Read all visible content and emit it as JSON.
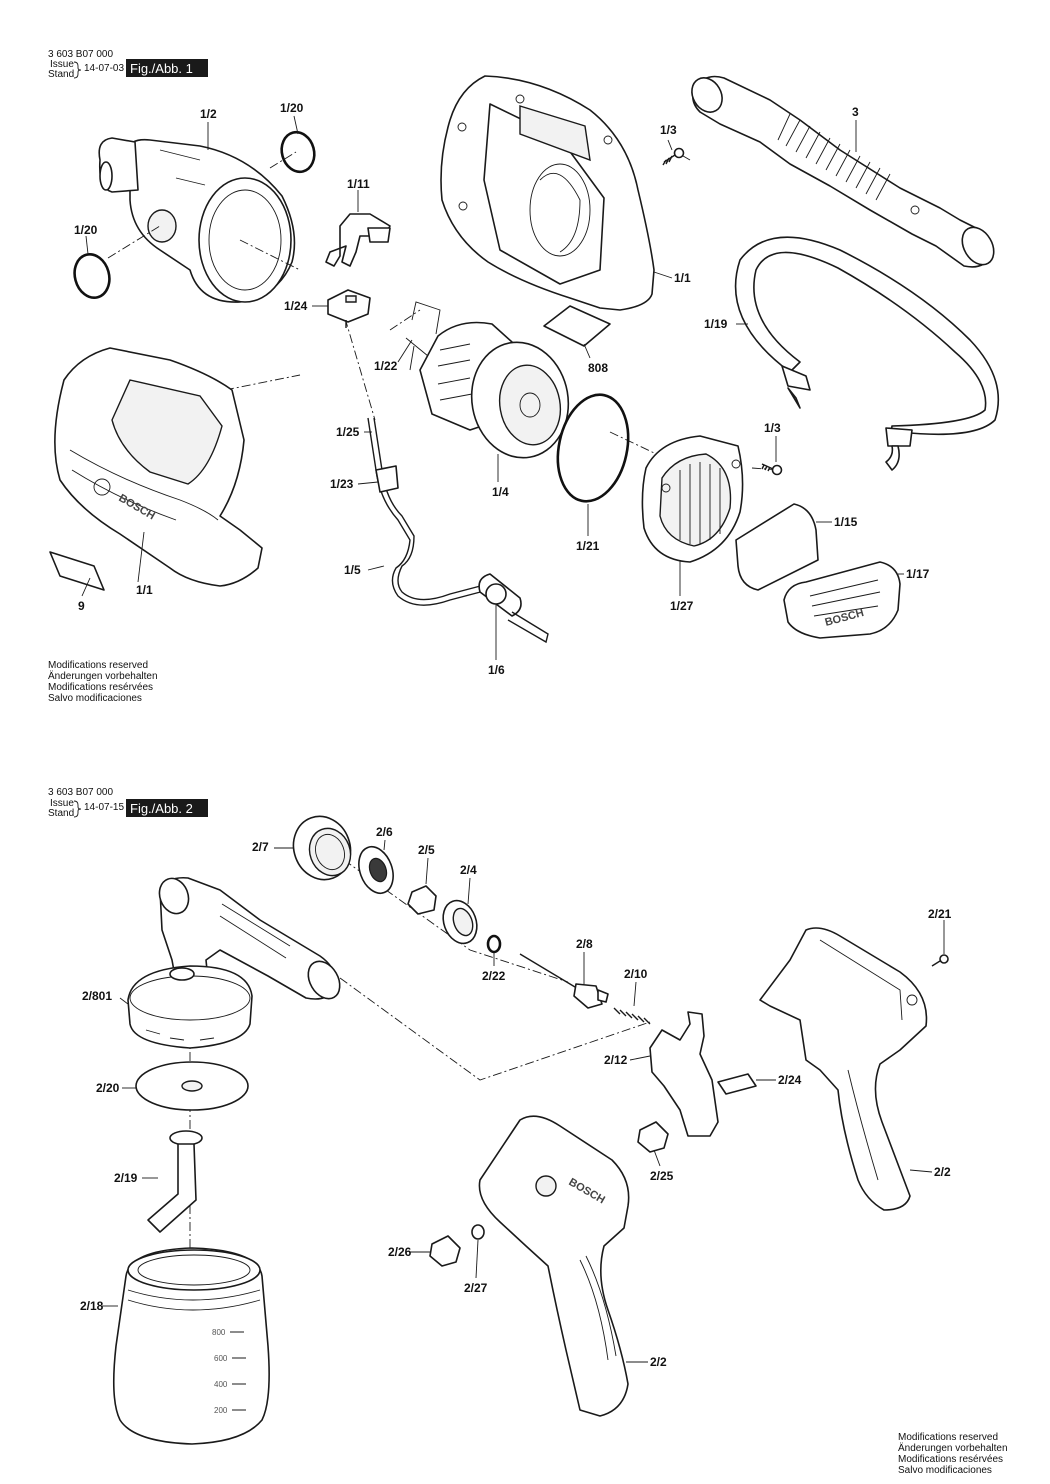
{
  "fig1": {
    "part_number": "3 603 B07 000",
    "issue_label": "Issue",
    "stand_label": "Stand",
    "date": "14-07-03",
    "fig_label": "Fig./Abb. 1",
    "notes": [
      "Modifications reserved",
      "Änderungen vorbehalten",
      "Modifications resérvées",
      "Salvo modificaciones"
    ],
    "brand": "BOSCH",
    "labels": [
      "1/2",
      "1/20",
      "1/20",
      "1/11",
      "1/24",
      "1/22",
      "1/25",
      "1/23",
      "1/5",
      "1/6",
      "1/4",
      "1/21",
      "1/27",
      "1/1",
      "1/1",
      "9",
      "808",
      "3",
      "1/3",
      "1/3",
      "1/19",
      "1/15",
      "1/17"
    ]
  },
  "fig2": {
    "part_number": "3 603 B07 000",
    "issue_label": "Issue",
    "stand_label": "Stand",
    "date": "14-07-15",
    "fig_label": "Fig./Abb. 2",
    "notes": [
      "Modifications reserved",
      "Änderungen vorbehalten",
      "Modifications resérvées",
      "Salvo modificaciones"
    ],
    "brand": "BOSCH",
    "scale_marks": [
      "800",
      "600",
      "400",
      "200"
    ],
    "labels": [
      "2/7",
      "2/6",
      "2/5",
      "2/4",
      "2/22",
      "2/801",
      "2/8",
      "2/10",
      "2/12",
      "2/24",
      "2/21",
      "2/20",
      "2/19",
      "2/25",
      "2/2",
      "2/26",
      "2/27",
      "2/18",
      "2/2"
    ]
  },
  "icons": {
    "exploded_view": "exploded-parts-diagram",
    "fig_badge": "figure-badge"
  }
}
